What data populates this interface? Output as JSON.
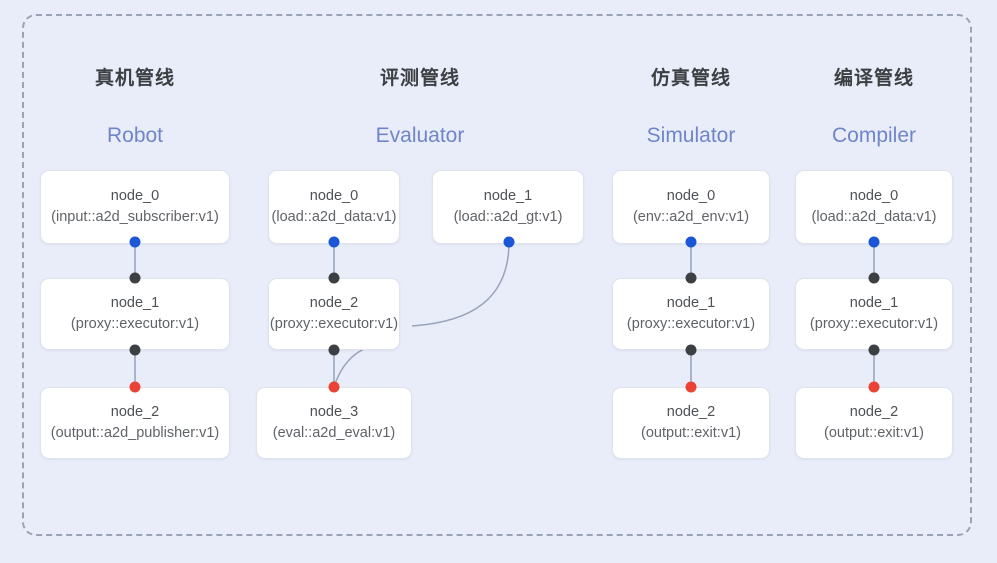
{
  "diagram": {
    "background_color": "#e9edf9",
    "frame_color": "#9aa3b5",
    "node_fill": "#ffffff",
    "edge_color": "#9aa5bb",
    "accent_cn_color": "#3c4043",
    "accent_en_color": "#6f85c9",
    "dot_colors": {
      "input": "#1a56d6",
      "middle": "#3c4043",
      "output": "#ea4335"
    }
  },
  "columns": [
    {
      "id": "robot",
      "title_cn": "真机管线",
      "title_en": "Robot",
      "nodes": [
        {
          "name": "node_0",
          "spec": "(input::a2d_subscriber:v1)"
        },
        {
          "name": "node_1",
          "spec": "(proxy::executor:v1)"
        },
        {
          "name": "node_2",
          "spec": "(output::a2d_publisher:v1)"
        }
      ]
    },
    {
      "id": "evaluator",
      "title_cn": "评测管线",
      "title_en": "Evaluator",
      "nodes": [
        {
          "name": "node_0",
          "spec": "(load::a2d_data:v1)"
        },
        {
          "name": "node_1",
          "spec": "(load::a2d_gt:v1)"
        },
        {
          "name": "node_2",
          "spec": "(proxy::executor:v1)"
        },
        {
          "name": "node_3",
          "spec": "(eval::a2d_eval:v1)"
        }
      ]
    },
    {
      "id": "simulator",
      "title_cn": "仿真管线",
      "title_en": "Simulator",
      "nodes": [
        {
          "name": "node_0",
          "spec": "(env::a2d_env:v1)"
        },
        {
          "name": "node_1",
          "spec": "(proxy::executor:v1)"
        },
        {
          "name": "node_2",
          "spec": "(output::exit:v1)"
        }
      ]
    },
    {
      "id": "compiler",
      "title_cn": "编译管线",
      "title_en": "Compiler",
      "nodes": [
        {
          "name": "node_0",
          "spec": "(load::a2d_data:v1)"
        },
        {
          "name": "node_1",
          "spec": "(proxy::executor:v1)"
        },
        {
          "name": "node_2",
          "spec": "(output::exit:v1)"
        }
      ]
    }
  ]
}
